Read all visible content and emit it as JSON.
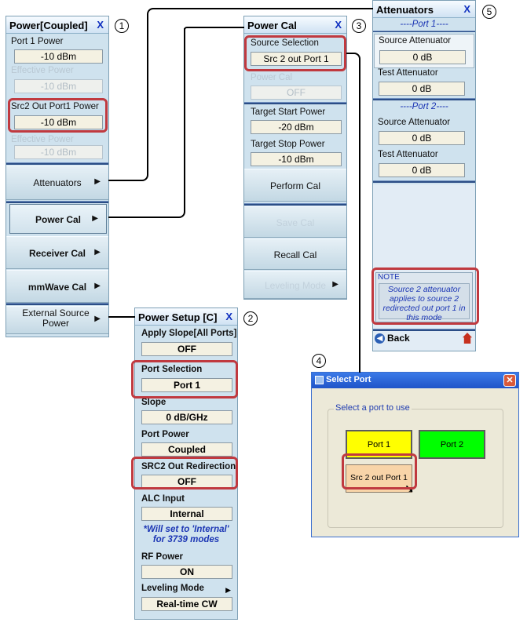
{
  "panel_coupled": {
    "title": "Power[Coupled]",
    "close": "X",
    "port1_power_label": "Port 1 Power",
    "port1_power_value": "-10  dBm",
    "eff_power_label": "Effective Power",
    "eff_power_value": "-10  dBm",
    "src2_label": "Src2 Out Port1 Power",
    "src2_value": "-10  dBm",
    "eff_power2_label": "Effective Power",
    "eff_power2_value": "-10  dBm",
    "buttons": [
      "Attenuators",
      "Power Cal",
      "Receiver Cal",
      "mmWave Cal",
      "External Source Power"
    ]
  },
  "panel_powercal": {
    "title": "Power Cal",
    "close": "X",
    "source_sel_label": "Source Selection",
    "source_sel_value": "Src 2 out Port 1",
    "powercal_label": "Power Cal",
    "powercal_value": "OFF",
    "target_start_label": "Target Start Power",
    "target_start_value": "-20 dBm",
    "target_stop_label": "Target Stop Power",
    "target_stop_value": "-10 dBm",
    "buttons": [
      "Perform Cal",
      "Save Cal",
      "Recall Cal",
      "Leveling Mode"
    ]
  },
  "panel_attenuators": {
    "title": "Attenuators",
    "close": "X",
    "port1_header": "----Port 1----",
    "src_att1_label": "Source Attenuator",
    "src_att1_value": "0  dB",
    "test_att1_label": "Test Attenuator",
    "test_att1_value": "0  dB",
    "port2_header": "----Port 2----",
    "src_att2_label": "Source Attenuator",
    "src_att2_value": "0  dB",
    "test_att2_label": "Test Attenuator",
    "test_att2_value": "0  dB",
    "note_label": "NOTE",
    "note_text": "Source 2 attenuator applies to source 2 redirected out port 1 in this mode",
    "back": "Back"
  },
  "panel_setup": {
    "title": "Power Setup [C]",
    "close": "X",
    "apply_slope_label": "Apply Slope[All Ports]",
    "apply_slope_value": "OFF",
    "port_sel_label": "Port Selection",
    "port_sel_value": "Port 1",
    "slope_label": "Slope",
    "slope_value": "0   dB/GHz",
    "port_power_label": "Port Power",
    "port_power_value": "Coupled",
    "src2_redir_label": "SRC2 Out Redirection",
    "src2_redir_value": "OFF",
    "alc_label": "ALC Input",
    "alc_value": "Internal",
    "alc_note": "*Will set to 'Internal' for 3739 modes",
    "rf_power_label": "RF Power",
    "rf_power_value": "ON",
    "leveling_label": "Leveling Mode",
    "leveling_value": "Real-time CW"
  },
  "dialog": {
    "title": "Select Port",
    "group": "Select a port to use",
    "port1": "Port 1",
    "port2": "Port 2",
    "src2": "Src 2 out Port 1",
    "colors": {
      "port1": "#ffff00",
      "port2": "#00ff00",
      "src2": "#f8d4a8"
    }
  },
  "callouts": [
    "1",
    "2",
    "3",
    "4",
    "5"
  ]
}
